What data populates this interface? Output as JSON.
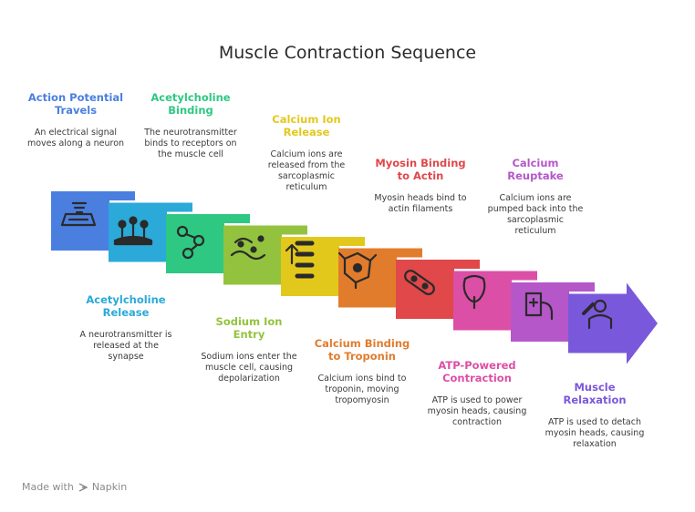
{
  "title": "Muscle Contraction Sequence",
  "footer": {
    "made_with": "Made with",
    "brand": "Napkin"
  },
  "steps": [
    {
      "title": "Action Potential Travels",
      "desc": "An electrical signal moves along a neuron",
      "color": "#4a7fe0",
      "icon": "touch-panel-icon"
    },
    {
      "title": "Acetylcholine Release",
      "desc": "A neurotransmitter is released at the synapse",
      "color": "#2ba9d8",
      "icon": "molecules-release-icon"
    },
    {
      "title": "Acetylcholine Binding",
      "desc": "The neurotransmitter binds to receptors on the muscle cell",
      "color": "#2ec882",
      "icon": "molecule-structure-icon"
    },
    {
      "title": "Sodium Ion Entry",
      "desc": "Sodium ions enter the muscle cell, causing depolarization",
      "color": "#93c33e",
      "icon": "ion-wave-icon"
    },
    {
      "title": "Calcium Ion Release",
      "desc": "Calcium ions are released from the sarcoplasmic reticulum",
      "color": "#e3c81c",
      "icon": "ion-list-icon"
    },
    {
      "title": "Calcium Binding to Troponin",
      "desc": "Calcium ions bind to troponin, moving tropomyosin",
      "color": "#e17c2c",
      "icon": "protein-binding-icon"
    },
    {
      "title": "Myosin Binding to Actin",
      "desc": "Myosin heads bind to actin filaments",
      "color": "#e0484a",
      "icon": "filament-link-icon"
    },
    {
      "title": "ATP-Powered Contraction",
      "desc": "ATP is used to power myosin heads, causing contraction",
      "color": "#dc4fa6",
      "icon": "muscle-power-icon"
    },
    {
      "title": "Calcium Reuptake",
      "desc": "Calcium ions are pumped back into the sarcoplasmic reticulum",
      "color": "#b557c9",
      "icon": "pump-icon"
    },
    {
      "title": "Muscle Relaxation",
      "desc": "ATP is used to detach myosin heads, causing relaxation",
      "color": "#7a58dc",
      "icon": "relaxation-icon"
    }
  ]
}
